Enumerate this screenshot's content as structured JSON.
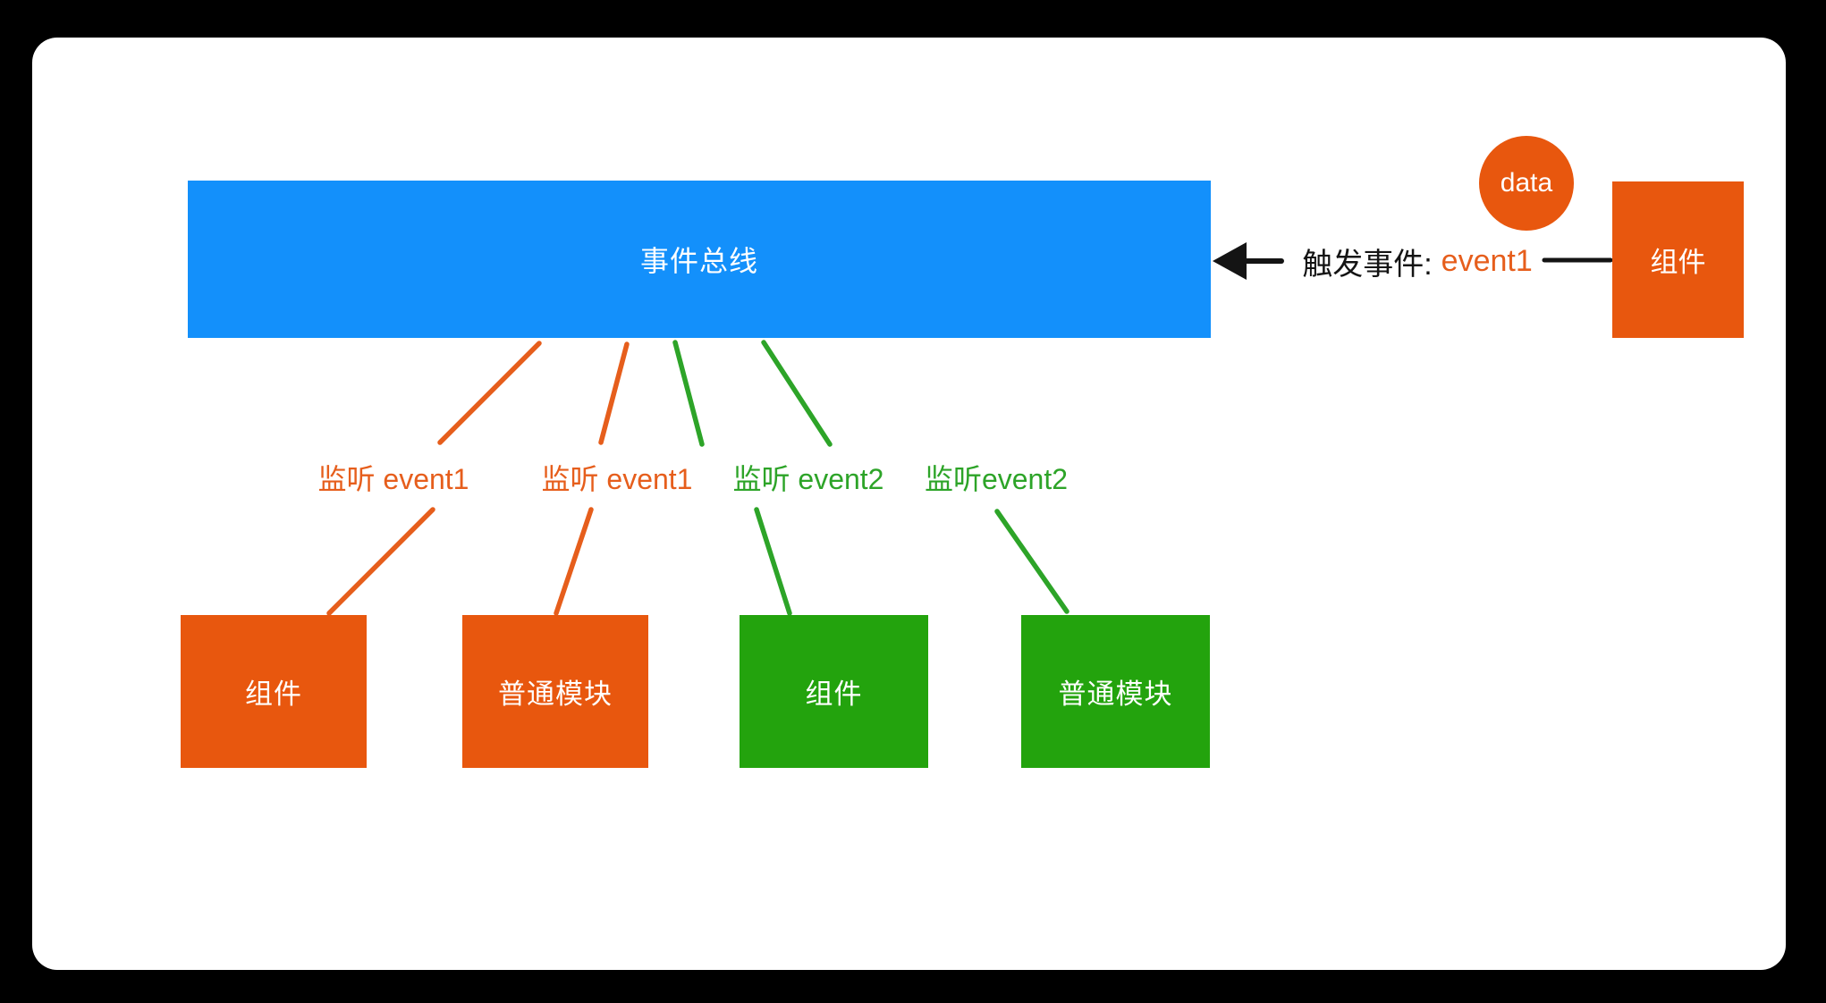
{
  "window": {
    "background": "#000000",
    "card_background": "#ffffff"
  },
  "colors": {
    "bus_blue": "#1390FB",
    "orange_fill": "#E8570E",
    "orange_line": "#E65E1C",
    "green_fill": "#23A30D",
    "green_line": "#2DA428",
    "black": "#141414",
    "white_text": "#ffffff"
  },
  "event_bus": {
    "label": "事件总线"
  },
  "publisher": {
    "data_badge": "data",
    "trigger_label": "触发事件:",
    "trigger_event": "event1",
    "component_label": "组件"
  },
  "listeners": [
    {
      "listen_label": "监听 event1",
      "box_label": "组件",
      "color": "#E65E1C",
      "box_color": "#E8570E"
    },
    {
      "listen_label": "监听 event1",
      "box_label": "普通模块",
      "color": "#E65E1C",
      "box_color": "#E8570E"
    },
    {
      "listen_label": "监听 event2",
      "box_label": "组件",
      "color": "#2DA428",
      "box_color": "#23A30D"
    },
    {
      "listen_label": "监听event2",
      "box_label": "普通模块",
      "color": "#2DA428",
      "box_color": "#23A30D"
    }
  ]
}
